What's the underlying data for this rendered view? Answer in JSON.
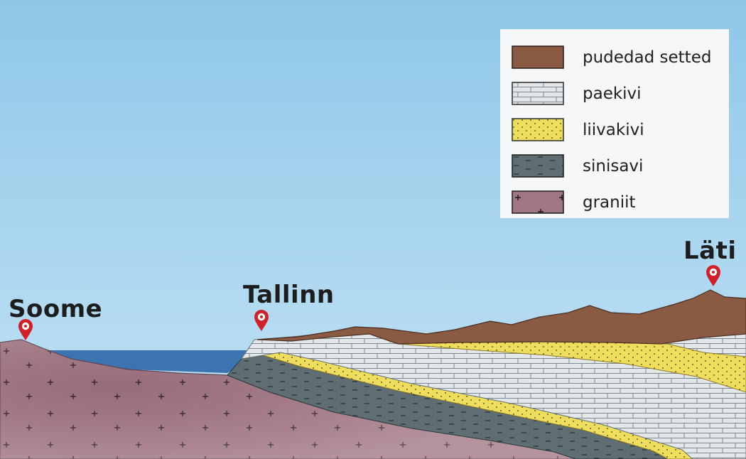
{
  "places": {
    "soome": "Soome",
    "tallinn": "Tallinn",
    "lati": "Läti"
  },
  "location_icon": "map-pin-icon",
  "legend": {
    "items": [
      {
        "key": "sediments",
        "label": "pudedad setted",
        "color": "#8a5a43"
      },
      {
        "key": "limestone",
        "label": "paekivi",
        "color": "#e4e8ea"
      },
      {
        "key": "sandstone",
        "label": "liivakivi",
        "color": "#f0df5c"
      },
      {
        "key": "blue-clay",
        "label": "sinisavi",
        "color": "#5c6b70"
      },
      {
        "key": "granite",
        "label": "graniit",
        "color": "#a9808d"
      }
    ]
  },
  "colors": {
    "sky": "#8ecae9",
    "sea": "#3d77b3",
    "pin": "#d12027"
  }
}
